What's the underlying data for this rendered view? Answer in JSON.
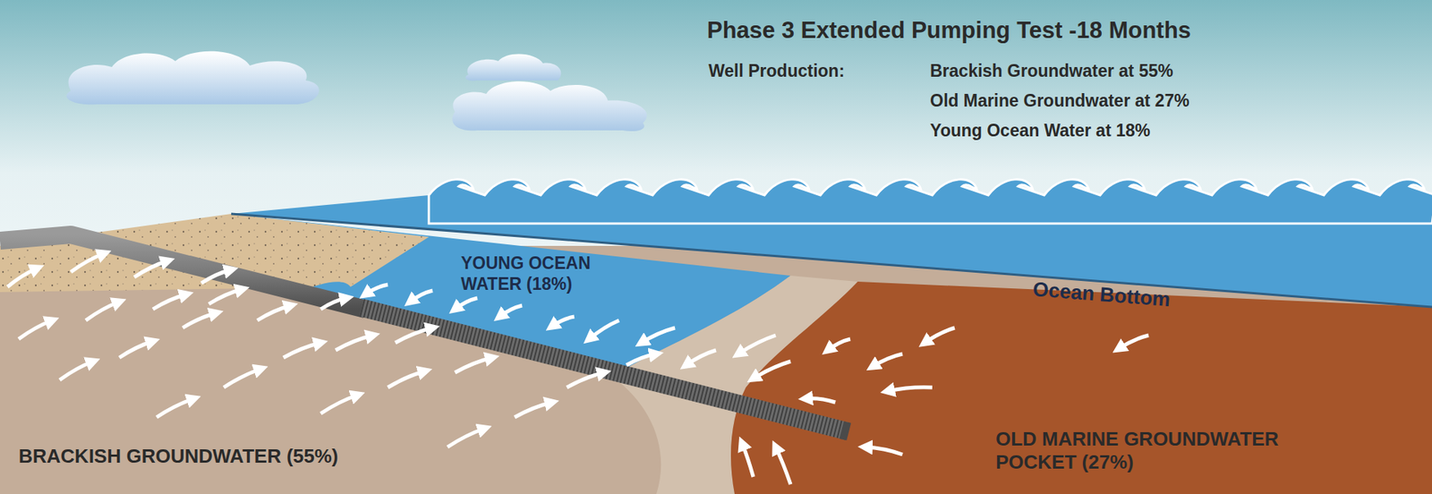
{
  "diagram": {
    "title": "Phase 3 Extended Pumping Test -18 Months",
    "labels": [
      "Well Production:",
      "Brackish Groundwater at 55%",
      "Old Marine Groundwater at 27%",
      "Young Ocean Water at 18%",
      "YOUNG OCEAN WATER (18%)",
      "Ocean Bottom",
      "BRACKISH GROUNDWATER (55%)",
      "OLD MARINE GROUNDWATER POCKET (27%)"
    ]
  }
}
